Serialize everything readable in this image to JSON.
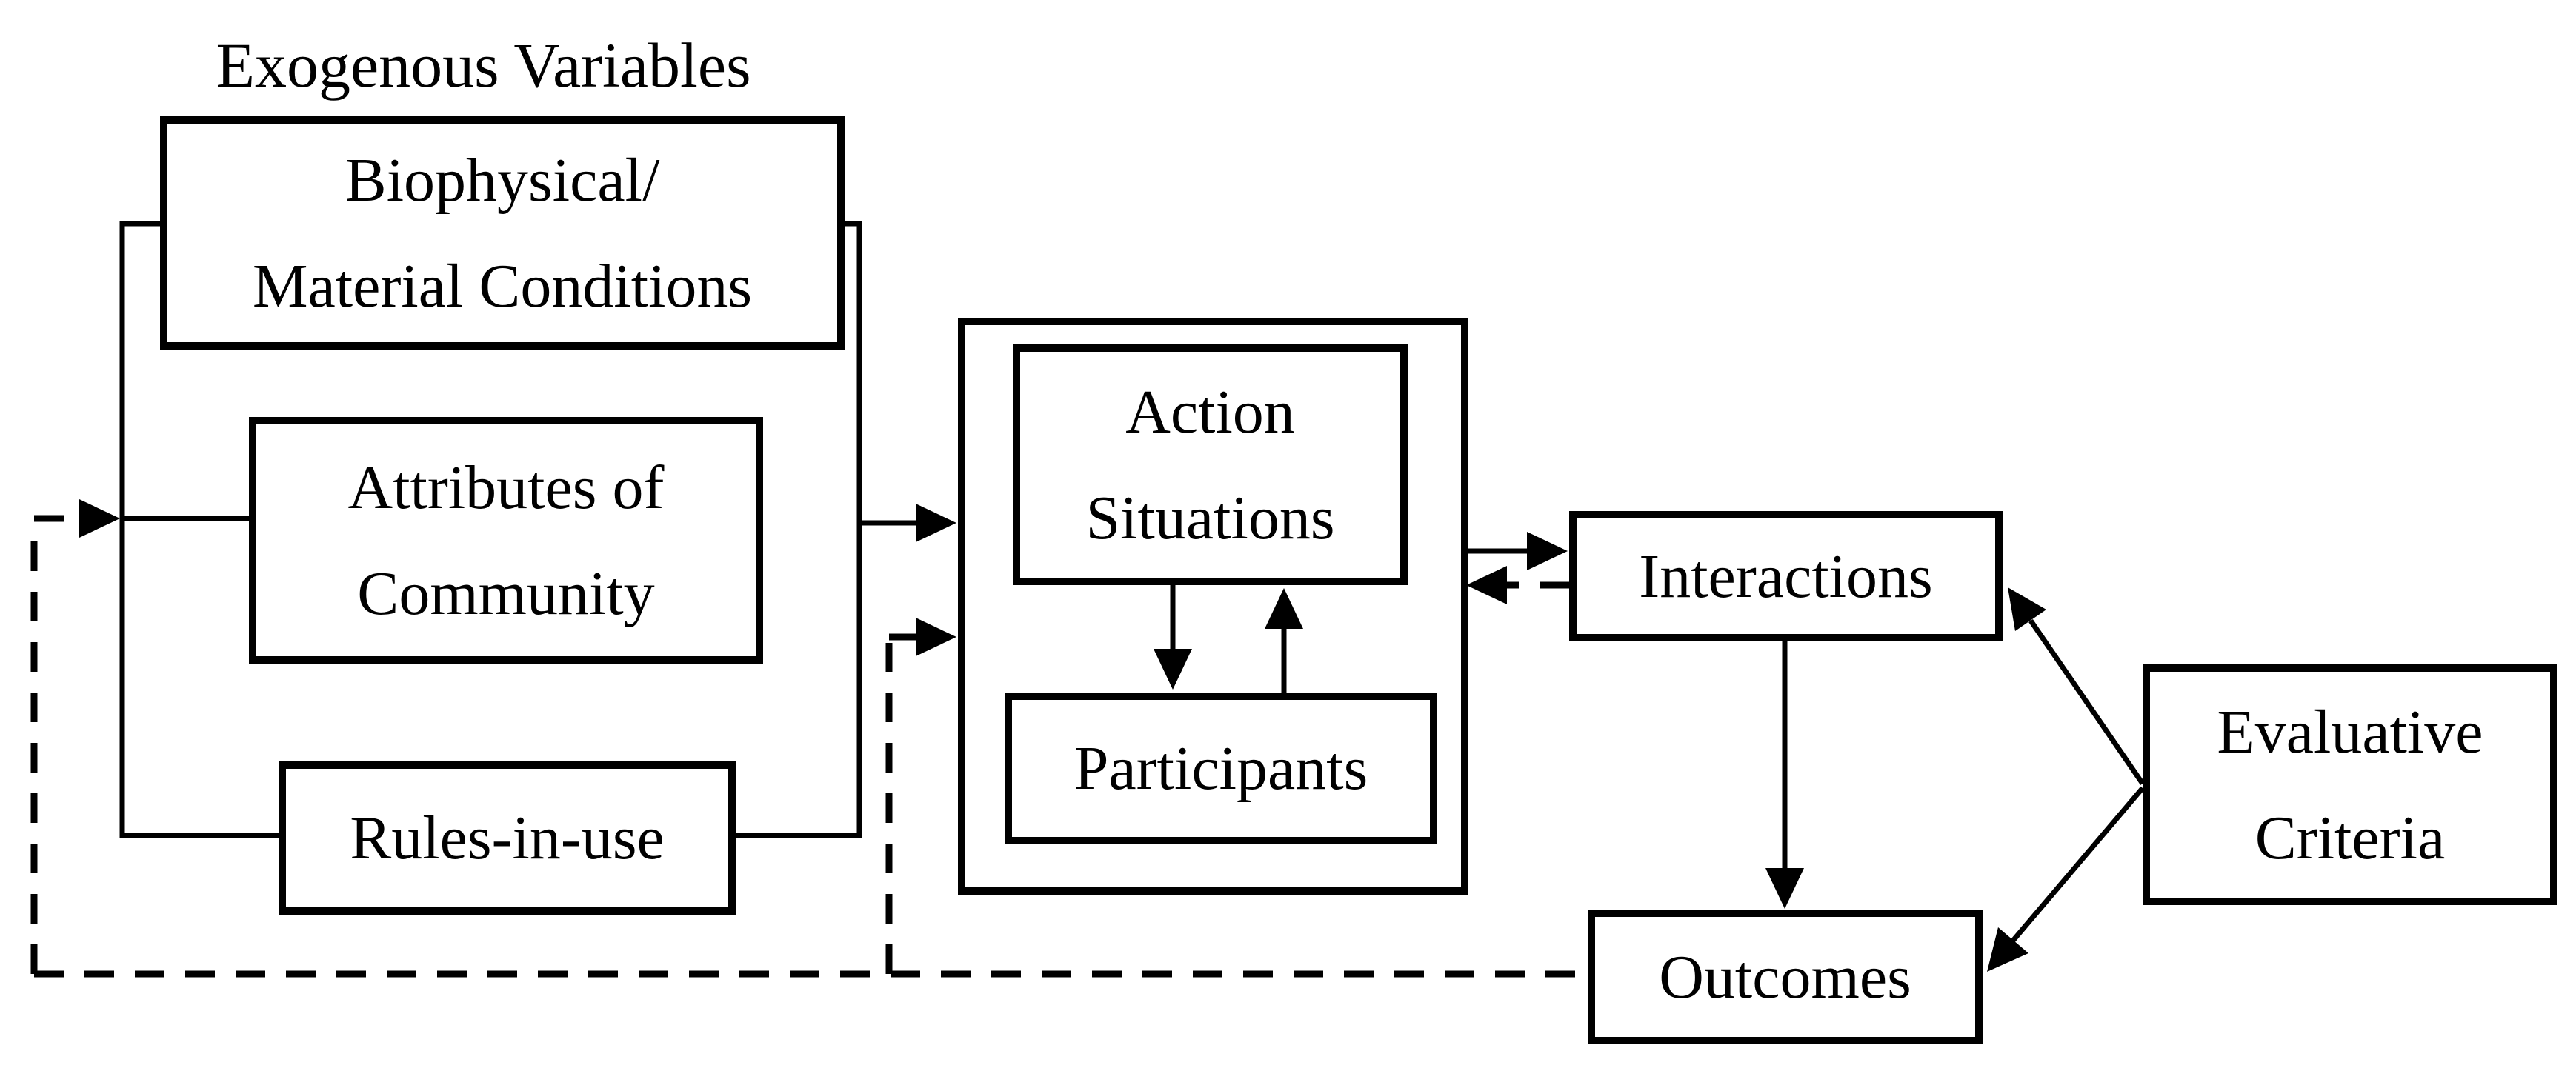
{
  "diagram": {
    "title": "Exogenous Variables",
    "colors": {
      "line": "#000000",
      "background": "#ffffff"
    },
    "nodes": {
      "biophysical": {
        "line1": "Biophysical/",
        "line2": "Material Conditions"
      },
      "attributes": {
        "line1": "Attributes of",
        "line2": "Community"
      },
      "rules": {
        "label": "Rules-in-use"
      },
      "action_situations": {
        "line1": "Action",
        "line2": "Situations"
      },
      "participants": {
        "label": "Participants"
      },
      "interactions": {
        "label": "Interactions"
      },
      "outcomes": {
        "label": "Outcomes"
      },
      "evaluative": {
        "line1": "Evaluative",
        "line2": "Criteria"
      }
    }
  }
}
